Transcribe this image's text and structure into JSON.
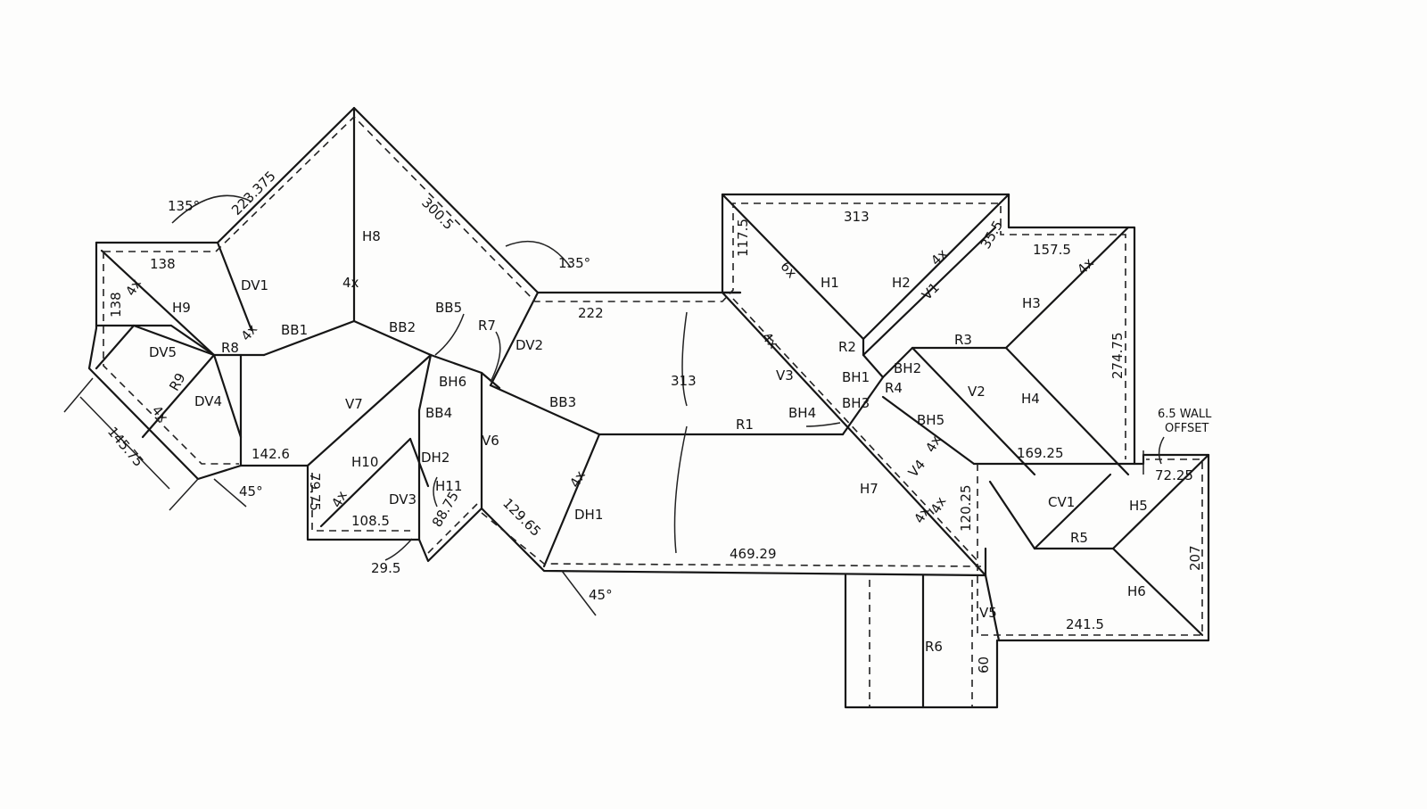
{
  "sections": {
    "H1": "H1",
    "H2": "H2",
    "H3": "H3",
    "H4": "H4",
    "H5": "H5",
    "H6": "H6",
    "H7": "H7",
    "H8": "H8",
    "H9": "H9",
    "H10": "H10",
    "H11": "H11",
    "V1": "V1",
    "V2": "V2",
    "V3": "V3",
    "V4": "V4",
    "V5": "V5",
    "V6": "V6",
    "V7": "V7",
    "R1": "R1",
    "R2": "R2",
    "R3": "R3",
    "R4": "R4",
    "R5": "R5",
    "R6": "R6",
    "R7": "R7",
    "R8": "R8",
    "R9": "R9",
    "BB1": "BB1",
    "BB2": "BB2",
    "BB3": "BB3",
    "BB4": "BB4",
    "BB5": "BB5",
    "BH1": "BH1",
    "BH2": "BH2",
    "BH3": "BH3",
    "BH4": "BH4",
    "BH5": "BH5",
    "BH6": "BH6",
    "DV1": "DV1",
    "DV2": "DV2",
    "DV3": "DV3",
    "DV4": "DV4",
    "DV5": "DV5",
    "DH1": "DH1",
    "DH2": "DH2",
    "CV1": "CV1"
  },
  "dimensions": {
    "d313_top": "313",
    "d313_center": "313",
    "d117_5": "117.5",
    "d35_5": "35.5",
    "d157_5": "157.5",
    "d274_75": "274.75",
    "d169_25": "169.25",
    "d72_25": "72.25",
    "d207": "207",
    "d241_5": "241.5",
    "d120_25": "120.25",
    "d60": "60",
    "d469_29": "469.29",
    "d129_65": "129.65",
    "d88_75": "88.75",
    "d29_5": "29.5",
    "d108_5": "108.5",
    "d79_75": "79.75",
    "d142_6": "142.6",
    "d145_75": "145.75",
    "d138_top": "138",
    "d138_side": "138",
    "d223_375": "223.375",
    "d300_5": "300.5",
    "d222": "222"
  },
  "angles": {
    "a135_left": "135°",
    "a135_right": "135°",
    "a45_left": "45°",
    "a45_bottom": "45°"
  },
  "pitches": {
    "p_h8": "4x",
    "p_h9": "4x",
    "p_r8": "4x",
    "p_r9": "4x",
    "p_h10": "4x",
    "p_dh1": "4x",
    "p_h1": "6x",
    "p_h2": "4x",
    "p_h3": "4x",
    "p_v3": "4x",
    "p_v4": "4x",
    "p_v4b": "4x",
    "p_h7": "4x"
  },
  "notes": {
    "wall_offset_1": "6.5 WALL",
    "wall_offset_2": "OFFSET"
  }
}
